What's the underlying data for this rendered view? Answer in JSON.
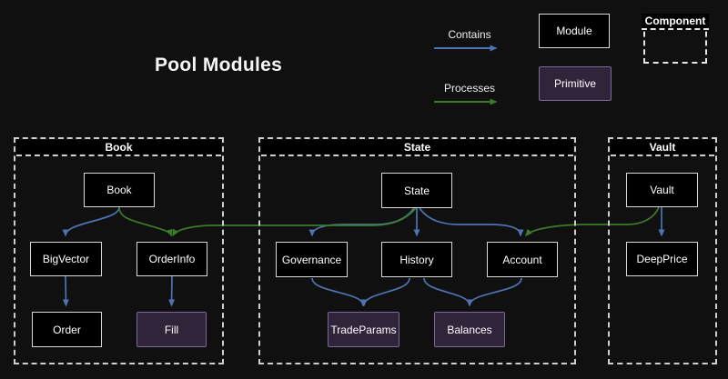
{
  "title": "Pool Modules",
  "legend": {
    "contains": "Contains",
    "processes": "Processes",
    "module": "Module",
    "primitive": "Primitive",
    "component": "Component"
  },
  "colors": {
    "background": "#101010",
    "contains_arrow": "#4e73b0",
    "processes_arrow": "#3c7b28",
    "module_fill": "#000000",
    "module_border": "#d9d9d9",
    "primitive_fill": "#30243a",
    "primitive_border": "#7e689b",
    "container_dash": "#cfcfcf"
  },
  "containers": {
    "book": {
      "header": "Book"
    },
    "state": {
      "header": "State"
    },
    "vault": {
      "header": "Vault"
    }
  },
  "nodes": {
    "book": {
      "label": "Book",
      "type": "module"
    },
    "bigvector": {
      "label": "BigVector",
      "type": "module"
    },
    "orderinfo": {
      "label": "OrderInfo",
      "type": "module"
    },
    "order": {
      "label": "Order",
      "type": "module"
    },
    "fill": {
      "label": "Fill",
      "type": "primitive"
    },
    "state": {
      "label": "State",
      "type": "module"
    },
    "governance": {
      "label": "Governance",
      "type": "module"
    },
    "history": {
      "label": "History",
      "type": "module"
    },
    "account": {
      "label": "Account",
      "type": "module"
    },
    "tradeparams": {
      "label": "TradeParams",
      "type": "primitive"
    },
    "balances": {
      "label": "Balances",
      "type": "primitive"
    },
    "vault": {
      "label": "Vault",
      "type": "module"
    },
    "deepprice": {
      "label": "DeepPrice",
      "type": "module"
    }
  },
  "edges": [
    {
      "from": "Book",
      "to": "BigVector",
      "type": "contains"
    },
    {
      "from": "Book",
      "to": "OrderInfo",
      "type": "processes"
    },
    {
      "from": "BigVector",
      "to": "Order",
      "type": "contains"
    },
    {
      "from": "OrderInfo",
      "to": "Fill",
      "type": "contains"
    },
    {
      "from": "State",
      "to": "Governance",
      "type": "contains"
    },
    {
      "from": "State",
      "to": "History",
      "type": "contains"
    },
    {
      "from": "State",
      "to": "Account",
      "type": "contains"
    },
    {
      "from": "State",
      "to": "OrderInfo",
      "type": "processes"
    },
    {
      "from": "Governance",
      "to": "TradeParams",
      "type": "contains"
    },
    {
      "from": "History",
      "to": "TradeParams",
      "type": "contains"
    },
    {
      "from": "History",
      "to": "Balances",
      "type": "contains"
    },
    {
      "from": "Account",
      "to": "Balances",
      "type": "contains"
    },
    {
      "from": "Vault",
      "to": "DeepPrice",
      "type": "contains"
    },
    {
      "from": "Vault",
      "to": "Account",
      "type": "processes"
    }
  ]
}
